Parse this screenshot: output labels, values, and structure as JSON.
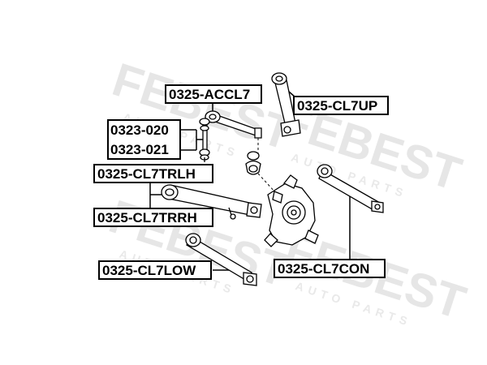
{
  "watermark": {
    "brand": "FEBEST",
    "tagline": "AUTO PARTS"
  },
  "labels": {
    "accl7": "0325-ACCL7",
    "cl7up": "0325-CL7UP",
    "p020": "0323-020",
    "p021": "0323-021",
    "cl7trlh": "0325-CL7TRLH",
    "cl7trrh": "0325-CL7TRRH",
    "cl7low": "0325-CL7LOW",
    "cl7con": "0325-CL7CON"
  },
  "colors": {
    "line": "#000000",
    "background": "#ffffff",
    "watermark": "#e6e6e6"
  }
}
